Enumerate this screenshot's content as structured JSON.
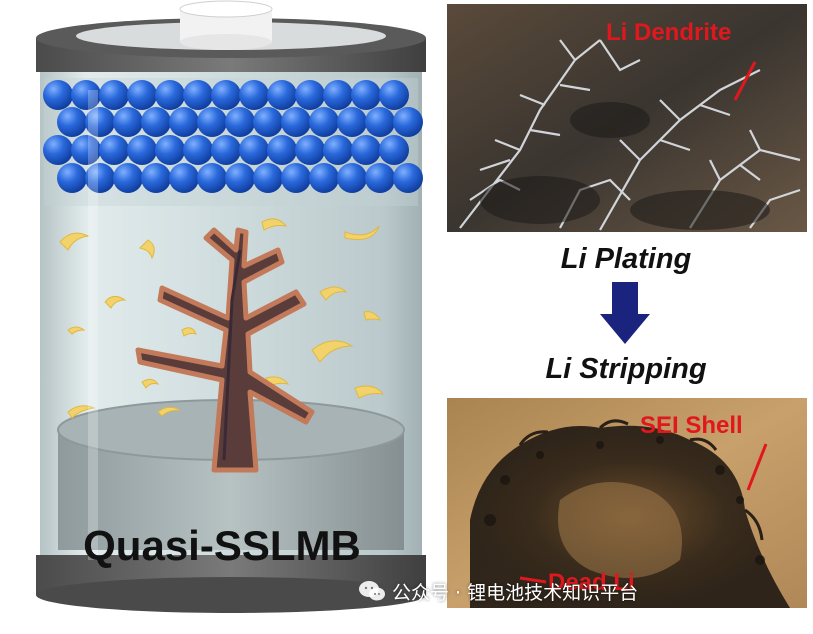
{
  "battery": {
    "label": "Quasi-SSLMB"
  },
  "micrographs": {
    "top_label": "Li Dendrite",
    "bottom_label_1": "SEI Shell",
    "bottom_label_2": "Dead Li"
  },
  "process": {
    "step1": "Li Plating",
    "step2": "Li Stripping"
  },
  "watermark": {
    "text": "公众号 · 锂电池技术知识平台",
    "icon": "wechat-icon"
  },
  "colors": {
    "sphere_blue": "#1f5fd6",
    "dendrite_brown": "#8b4a3a",
    "arrow_navy": "#1a237e",
    "annotation_red": "#e0181e",
    "flake_yellow": "#f2d36b"
  }
}
